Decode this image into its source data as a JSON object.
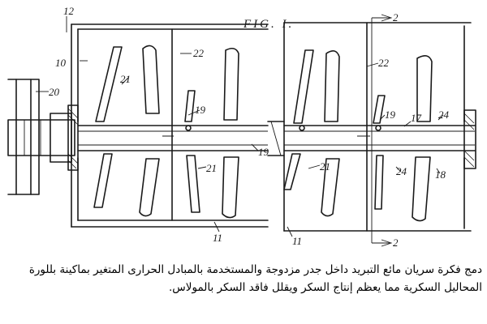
{
  "figure": {
    "title": "FIG. I.",
    "labels": {
      "l12": "12",
      "l10": "10",
      "l20": "20",
      "l21a": "21",
      "l22a": "22",
      "l19a": "19",
      "l19b": "19",
      "l21b": "21",
      "l11a": "11",
      "l11b": "11",
      "l2a": "2",
      "l22b": "22",
      "l19c": "19",
      "l17": "17",
      "l24a": "24",
      "l21c": "21",
      "l24b": "24",
      "l18": "18",
      "l2b": "2"
    }
  },
  "caption": "دمج فكرة سريان مائع التبريد داخل جدر مزدوجة والمستخدمة بالمبادل الحرارى المتغير بماكينة بللورة المحاليل السكرية مما يعظم إنتاج السكر ويقلل فاقد السكر بالمولاس."
}
